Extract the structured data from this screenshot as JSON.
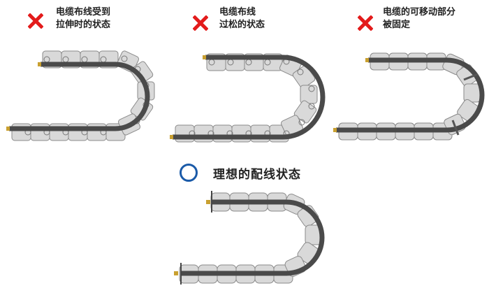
{
  "panels": [
    {
      "id": "stretched",
      "mark": "cross",
      "mark_color": "#e31b1b",
      "lines": [
        "电缆布线受到",
        "拉伸时的状态"
      ]
    },
    {
      "id": "loose",
      "mark": "cross",
      "mark_color": "#e31b1b",
      "lines": [
        "电缆布线",
        "过松的状态"
      ]
    },
    {
      "id": "fixed",
      "mark": "cross",
      "mark_color": "#e31b1b",
      "lines": [
        "电缆的可移动部分",
        "被固定"
      ]
    },
    {
      "id": "ideal",
      "mark": "circle",
      "mark_color": "#1a5aa8",
      "title": "理想的配线状态"
    }
  ],
  "colors": {
    "link_fill": "#d9d9d9",
    "link_stroke": "#8a8a8a",
    "cable": "#4a4a4a",
    "connector": "#c9a030"
  }
}
